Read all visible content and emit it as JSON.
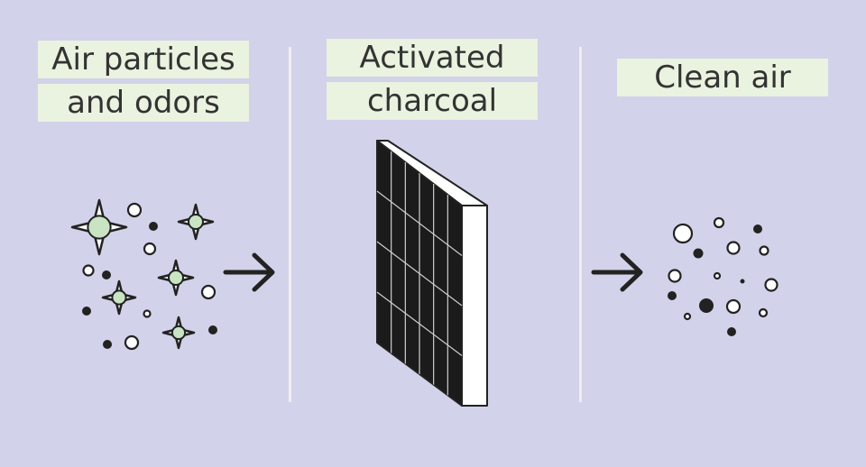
{
  "colors": {
    "background": "#d2d2ea",
    "label_background": "#e9f3df",
    "text": "#333333",
    "divider": "#eeeeee",
    "stroke": "#222222",
    "particle_fill": "#c9e4c3",
    "filter_body": "#1b1b1b",
    "filter_frame": "#ffffff"
  },
  "panels": [
    {
      "title_lines": [
        "Air particles",
        "and odors"
      ],
      "graphic": "mixed-particles-and-odor-sparkles"
    },
    {
      "title_lines": [
        "Activated",
        "charcoal"
      ],
      "graphic": "charcoal-filter-panel"
    },
    {
      "title_lines": [
        "Clean air"
      ],
      "graphic": "sparse-clean-particles"
    }
  ],
  "icons": {
    "arrow": "right-arrow-icon",
    "odor": "four-point-sparkle-icon",
    "particle": "circle-particle-icon",
    "filter": "charcoal-filter-icon"
  }
}
